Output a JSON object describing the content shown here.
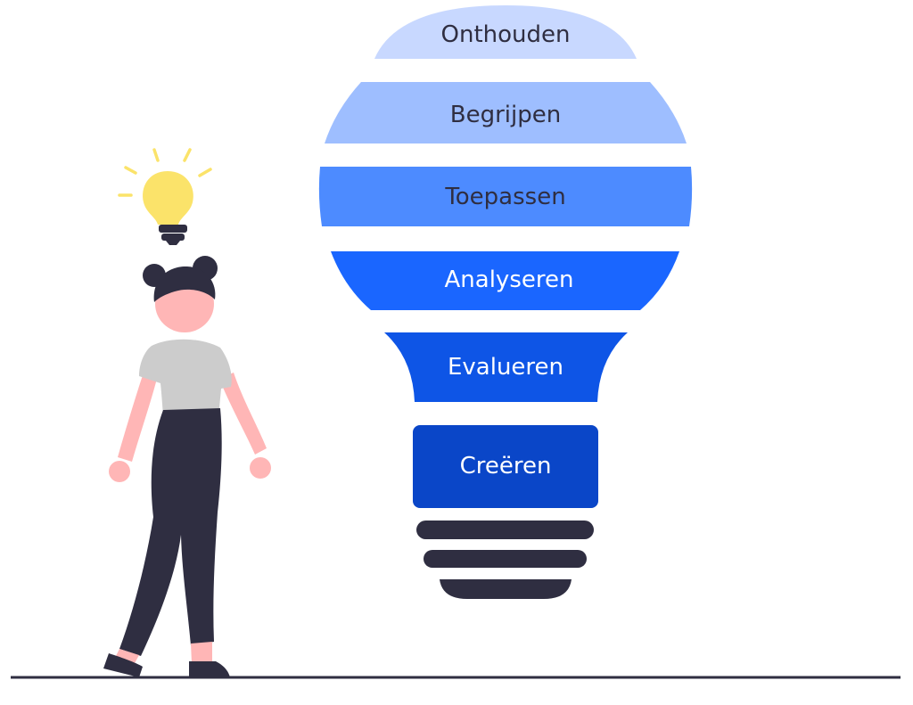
{
  "levels": [
    {
      "label": "Onthouden",
      "fill": "#c8d8ff",
      "text_color": "#2f2e41"
    },
    {
      "label": "Begrijpen",
      "fill": "#9ebeff",
      "text_color": "#2f2e41"
    },
    {
      "label": "Toepassen",
      "fill": "#4d8bff",
      "text_color": "#2f2e41"
    },
    {
      "label": "Analyseren",
      "fill": "#1a66ff",
      "text_color": "#ffffff"
    },
    {
      "label": "Evalueren",
      "fill": "#0e55e6",
      "text_color": "#ffffff"
    },
    {
      "label": "Creëren",
      "fill": "#0a46c8",
      "text_color": "#ffffff"
    }
  ],
  "colors": {
    "dark": "#2f2e41",
    "skin": "#ffb6b6",
    "shirt": "#cccccc",
    "bulb": "#fbe36a",
    "ray": "#fbe36a"
  },
  "icons": {
    "idea": "lightbulb-icon",
    "person": "woman-walking-illustration"
  }
}
